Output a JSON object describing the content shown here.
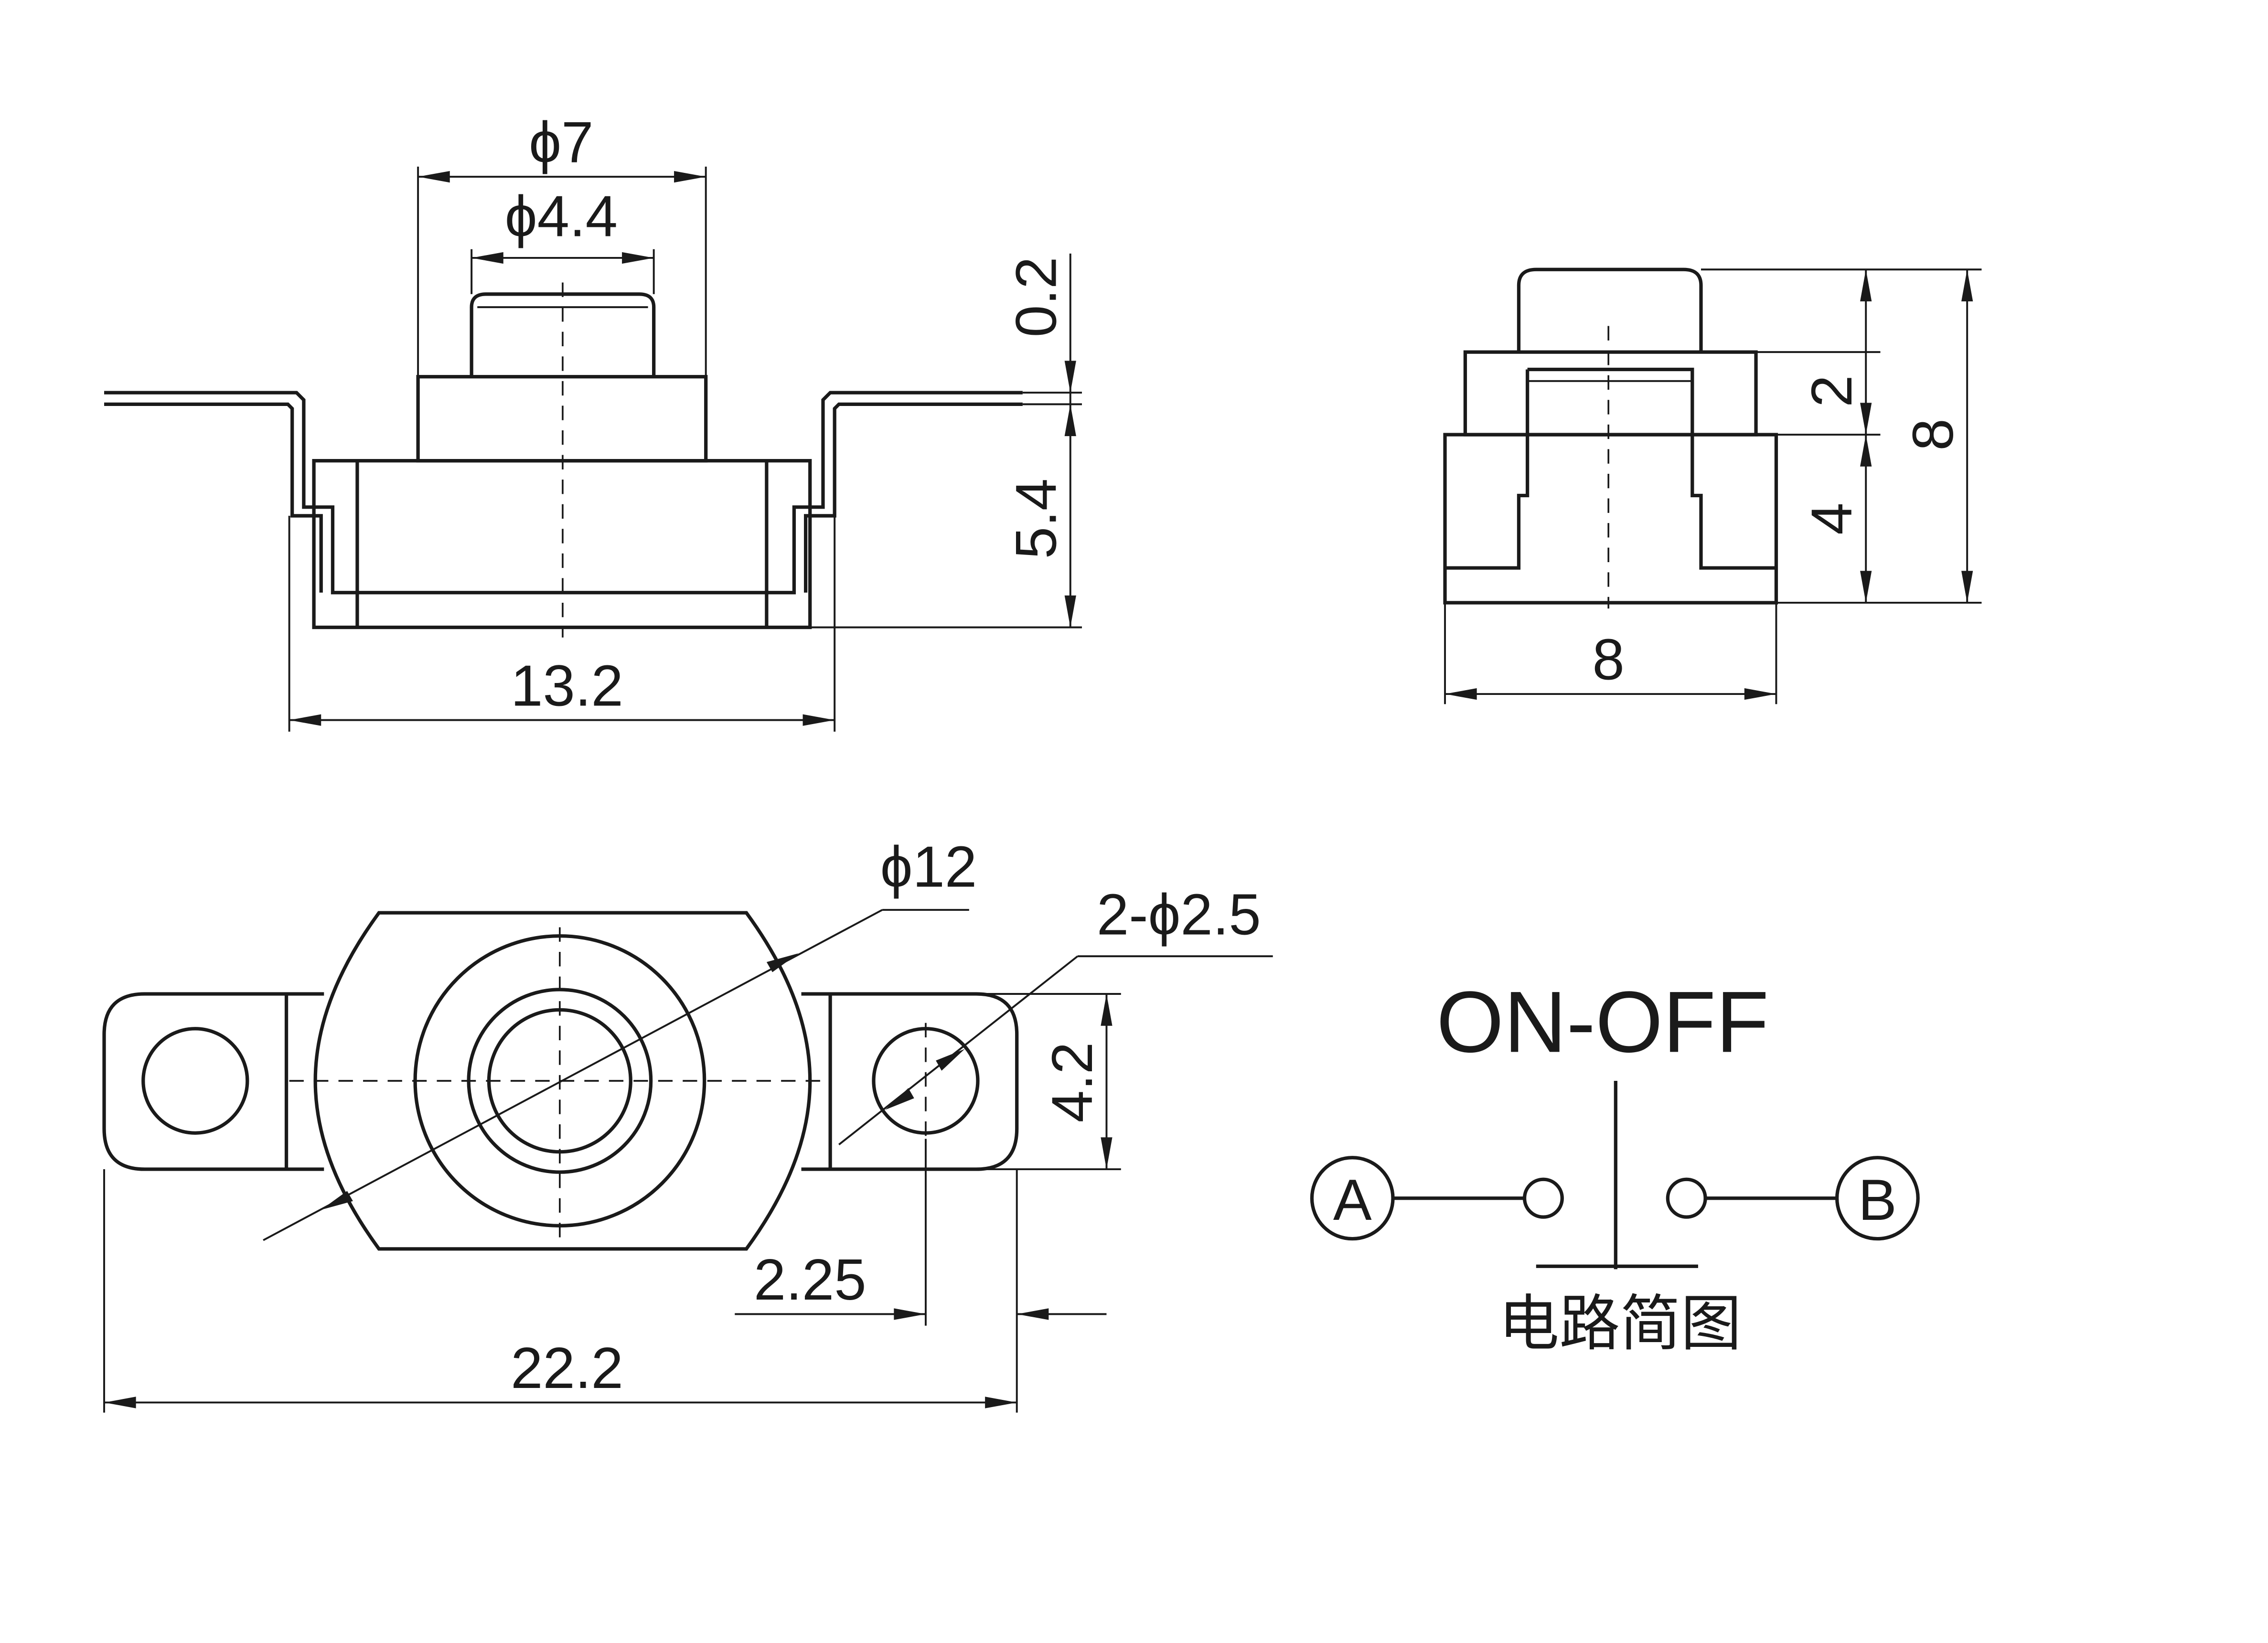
{
  "side_view": {
    "dim_outer_diameter": "ϕ7",
    "dim_inner_diameter": "ϕ4.4",
    "dim_terminal_height": "0.2",
    "dim_body_height": "5.4",
    "dim_overall_width": "13.2"
  },
  "end_view": {
    "dim_step_height": "2",
    "dim_lower_height": "4",
    "dim_total_height": "8",
    "dim_width": "8"
  },
  "top_view": {
    "dim_body_diameter": "ϕ12",
    "dim_mounting_holes": "2-ϕ2.5",
    "dim_tab_height": "4.2",
    "dim_hole_offset": "2.25",
    "dim_overall_length": "22.2"
  },
  "circuit": {
    "title": "ON-OFF",
    "terminal_a": "A",
    "terminal_b": "B",
    "caption": "电路简图"
  }
}
